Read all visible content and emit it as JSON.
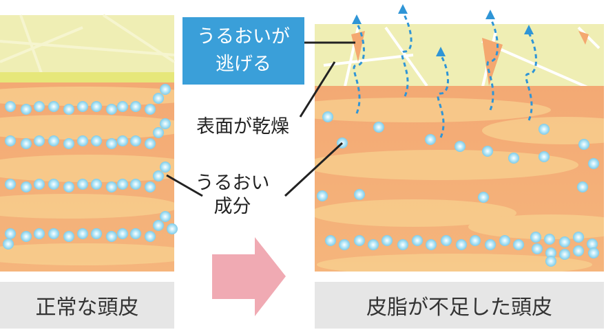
{
  "labels": {
    "escape_line1": "うるおいが",
    "escape_line2": "逃げる",
    "surface_dry": "表面が乾燥",
    "moisture_line1": "うるおい",
    "moisture_line2": "成分"
  },
  "captions": {
    "normal": "正常な頭皮",
    "dry": "皮脂が不足した頭皮"
  },
  "colors": {
    "surface": "#efeeb4",
    "sebum_strip": "#e6e77a",
    "dermis": "#f4b27a",
    "dermis_light": "#f8cf8e",
    "droplet": "#8fd6ef",
    "escape_arrow": "#2f95d6",
    "transition_arrow": "#f0aab3",
    "label_box": "#3a9fd9",
    "caption_bg": "#e6e6e6"
  }
}
